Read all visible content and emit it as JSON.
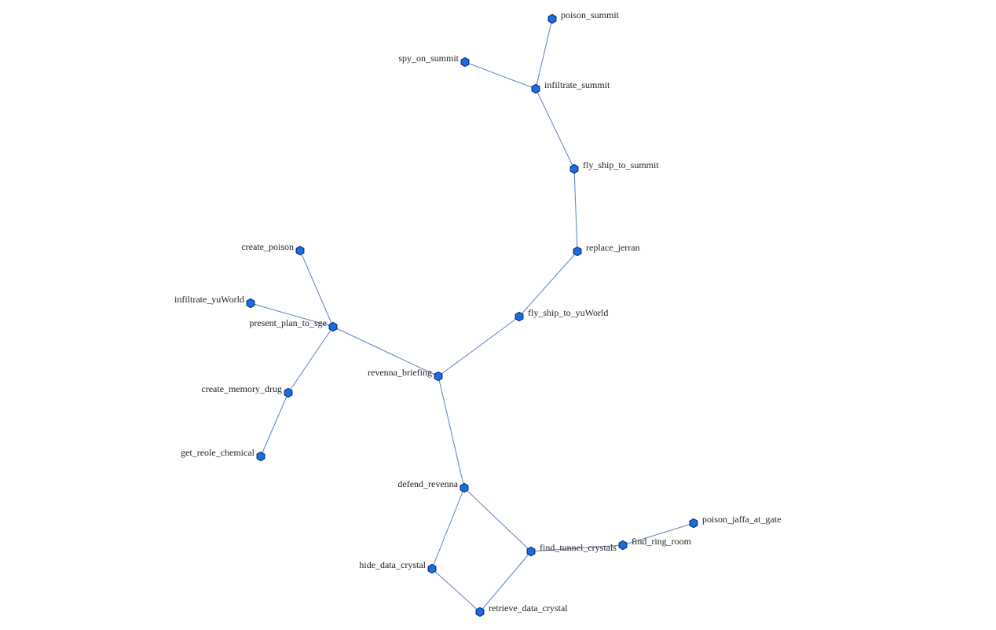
{
  "graph": {
    "node_color": "#1a6fe0",
    "node_stroke": "#0b2f7a",
    "edge_color": "#5a7fbf",
    "nodes": [
      {
        "id": "poison_summit",
        "label": "poison_summit"
      },
      {
        "id": "spy_on_summit",
        "label": "spy_on_summit"
      },
      {
        "id": "infiltrate_summit",
        "label": "infiltrate_summit"
      },
      {
        "id": "fly_ship_to_summit",
        "label": "fly_ship_to_summit"
      },
      {
        "id": "replace_jerran",
        "label": "replace_jerran"
      },
      {
        "id": "fly_ship_to_yuWorld",
        "label": "fly_ship_to_yuWorld"
      },
      {
        "id": "create_poison",
        "label": "create_poison"
      },
      {
        "id": "infiltrate_yuWorld",
        "label": "infiltrate_yuWorld"
      },
      {
        "id": "present_plan_to_sge",
        "label": "present_plan_to_sge"
      },
      {
        "id": "revenna_briefing",
        "label": "revenna_briefing"
      },
      {
        "id": "create_memory_drug",
        "label": "create_memory_drug"
      },
      {
        "id": "get_reole_chemical",
        "label": "get_reole_chemical"
      },
      {
        "id": "defend_revenna",
        "label": "defend_revenna"
      },
      {
        "id": "poison_jaffa_at_gate",
        "label": "poison_jaffa_at_gate"
      },
      {
        "id": "find_ring_room",
        "label": "find_ring_room"
      },
      {
        "id": "find_tunnel_crystals",
        "label": "find_tunnel_crystals"
      },
      {
        "id": "hide_data_crystal",
        "label": "hide_data_crystal"
      },
      {
        "id": "retrieve_data_crystal",
        "label": "retrieve_data_crystal"
      }
    ],
    "edges": [
      [
        "poison_summit",
        "infiltrate_summit"
      ],
      [
        "spy_on_summit",
        "infiltrate_summit"
      ],
      [
        "infiltrate_summit",
        "fly_ship_to_summit"
      ],
      [
        "fly_ship_to_summit",
        "replace_jerran"
      ],
      [
        "replace_jerran",
        "fly_ship_to_yuWorld"
      ],
      [
        "fly_ship_to_yuWorld",
        "revenna_briefing"
      ],
      [
        "create_poison",
        "present_plan_to_sge"
      ],
      [
        "infiltrate_yuWorld",
        "present_plan_to_sge"
      ],
      [
        "present_plan_to_sge",
        "revenna_briefing"
      ],
      [
        "present_plan_to_sge",
        "create_memory_drug"
      ],
      [
        "create_memory_drug",
        "get_reole_chemical"
      ],
      [
        "revenna_briefing",
        "defend_revenna"
      ],
      [
        "defend_revenna",
        "hide_data_crystal"
      ],
      [
        "defend_revenna",
        "find_tunnel_crystals"
      ],
      [
        "hide_data_crystal",
        "retrieve_data_crystal"
      ],
      [
        "retrieve_data_crystal",
        "find_tunnel_crystals"
      ],
      [
        "find_tunnel_crystals",
        "find_ring_room"
      ],
      [
        "find_ring_room",
        "poison_jaffa_at_gate"
      ]
    ]
  }
}
